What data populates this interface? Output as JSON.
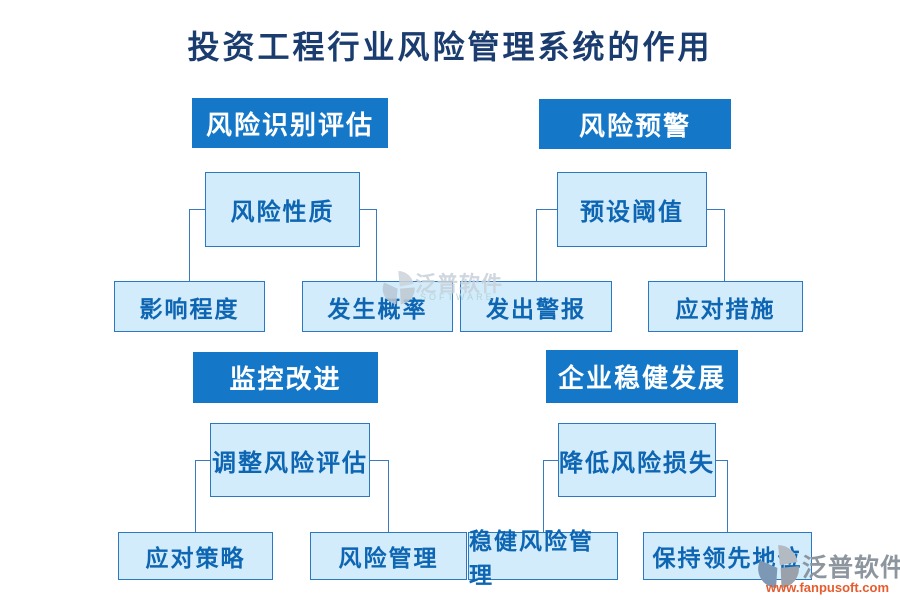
{
  "title": "投资工程行业风险管理系统的作用",
  "sections": [
    {
      "header": "风险识别评估",
      "parent": "风险性质",
      "children": [
        "影响程度",
        "发生概率"
      ]
    },
    {
      "header": "风险预警",
      "parent": "预设阈值",
      "children": [
        "发出警报",
        "应对措施"
      ]
    },
    {
      "header": "监控改进",
      "parent": "调整风险评估",
      "children": [
        "应对策略",
        "风险管理"
      ]
    },
    {
      "header": "企业稳健发展",
      "parent": "降低风险损失",
      "children": [
        "稳健风险管理",
        "保持领先地位"
      ]
    }
  ],
  "watermark": {
    "brand": "泛普软件",
    "subtitle": "SOFTWARE"
  },
  "brandmark": {
    "brand": "泛普软件",
    "url": "www.fanpusoft.com"
  },
  "colors": {
    "header_bg": "#1477c8",
    "box_bg": "#d2ecfb",
    "box_border": "#2b79c2",
    "box_text": "#0e66b3",
    "title_text": "#1b3c6e",
    "connector": "#3a7abf",
    "watermark_gray": "#c7d0d9",
    "brand_gray": "#8d959f",
    "url_orange": "#e65c2e"
  }
}
